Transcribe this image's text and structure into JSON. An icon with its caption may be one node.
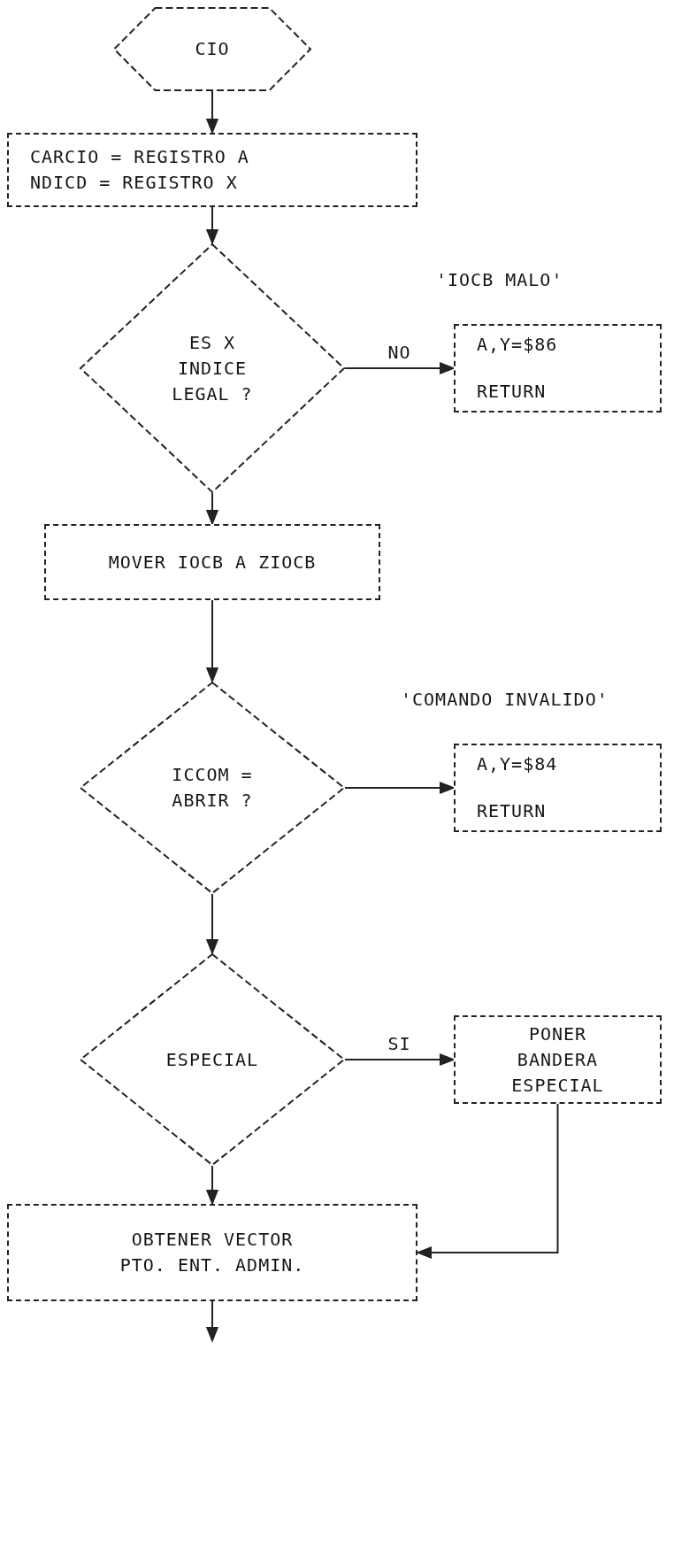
{
  "diagram": {
    "nodes": [
      {
        "text": [
          "CIO"
        ]
      },
      {
        "text": [
          "CARCIO = REGISTRO A",
          "NDICD = REGISTRO X"
        ]
      },
      {
        "text": [
          "ES X INDICE LEGAL ?"
        ]
      },
      {
        "text": [
          "A,Y=$86",
          "RETURN"
        ],
        "beside": [
          "'IOCB MALO'"
        ]
      },
      {
        "text": [
          "MOVER IOCB A ZIOCB"
        ]
      },
      {
        "text": [
          "ICCOM = ABRIR ?"
        ]
      },
      {
        "text": [
          "A,Y=$84",
          "RETURN"
        ],
        "beside": [
          "'COMANDO INVALIDO'"
        ]
      },
      {
        "text": [
          "ESPECIAL"
        ]
      },
      {
        "text": [
          "PONER BANDERA ESPECIAL"
        ]
      },
      {
        "text": [
          "OBTENER VECTOR PTO. ENT. ADMIN."
        ]
      }
    ],
    "edges": [
      {
        "from": 0,
        "to": 1,
        "arrow": "to"
      },
      {
        "from": 1,
        "to": 2,
        "arrow": "to"
      },
      {
        "from": 2,
        "to": 3,
        "arrow": "to",
        "label": "NO"
      },
      {
        "from": 2,
        "to": 4,
        "arrow": "to"
      },
      {
        "from": 4,
        "to": 5,
        "arrow": "to"
      },
      {
        "from": 5,
        "to": 6,
        "arrow": "to"
      },
      {
        "from": 5,
        "to": 7,
        "arrow": "to"
      },
      {
        "from": 7,
        "to": 8,
        "arrow": "to",
        "label": "SI"
      },
      {
        "from": 7,
        "to": 9,
        "arrow": "to"
      },
      {
        "from": 8,
        "to": 9,
        "arrow": "to"
      },
      {
        "from": 9,
        "to": null,
        "arrow": "to"
      }
    ]
  }
}
